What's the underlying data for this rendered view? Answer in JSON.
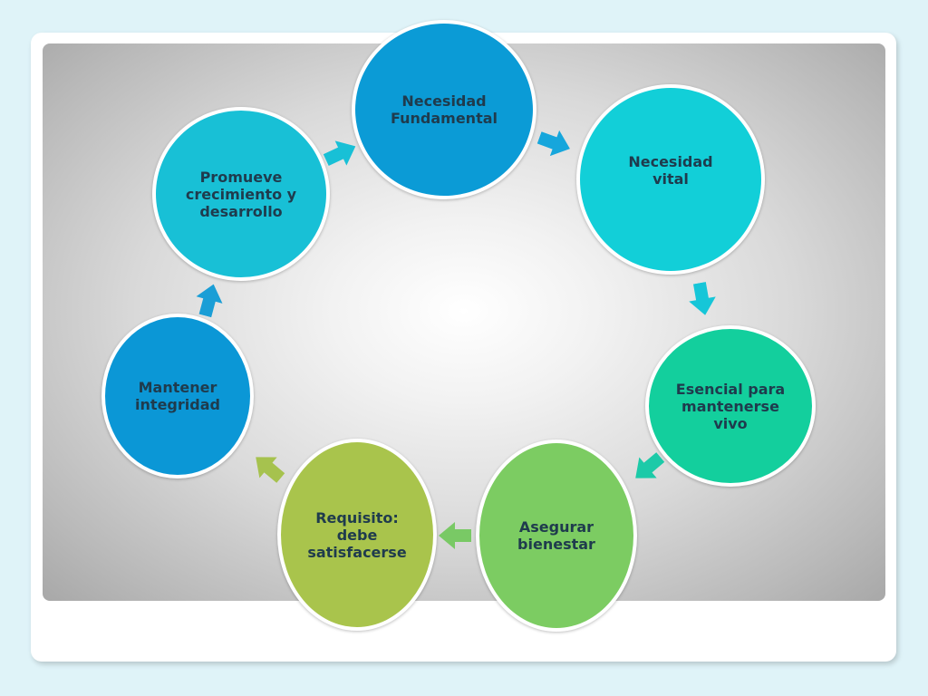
{
  "diagram": {
    "nodes": [
      {
        "id": "necesidad-fundamental",
        "label": "Necesidad\nFundamental",
        "color": "#0b9bd6"
      },
      {
        "id": "necesidad-vital",
        "label": "Necesidad\nvital",
        "color": "#12cfd8"
      },
      {
        "id": "esencial",
        "label": "Esencial para\nmantenerse\nvivo",
        "color": "#13cf9d"
      },
      {
        "id": "asegurar",
        "label": "Asegurar\nbienestar",
        "color": "#7ccc62"
      },
      {
        "id": "requisito",
        "label": "Requisito:\ndebe\nsatisfacerse",
        "color": "#a9c44c"
      },
      {
        "id": "mantener",
        "label": "Mantener\nintegridad",
        "color": "#0b97d6"
      },
      {
        "id": "promueve",
        "label": "Promueve\ncrecimiento y\ndesarrollo",
        "color": "#18c0d6"
      }
    ],
    "connectors": [
      {
        "name": "arrow-fundamental-to-vital",
        "color": "#16a6dc"
      },
      {
        "name": "arrow-vital-to-esencial",
        "color": "#16c6d8"
      },
      {
        "name": "arrow-esencial-to-asegurar",
        "color": "#1ccaa8"
      },
      {
        "name": "arrow-asegurar-to-requisito",
        "color": "#79c965"
      },
      {
        "name": "arrow-requisito-to-mantener",
        "color": "#a6c24e"
      },
      {
        "name": "arrow-mantener-to-promueve",
        "color": "#1a9ed6"
      },
      {
        "name": "arrow-promueve-to-fundamental",
        "color": "#18c0d6"
      }
    ]
  }
}
